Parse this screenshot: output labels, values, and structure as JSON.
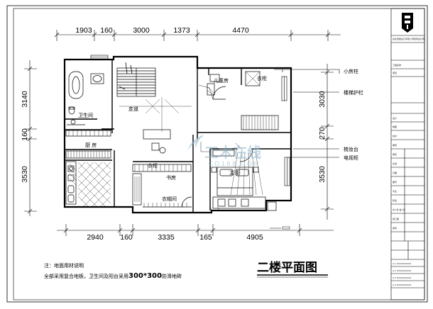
{
  "drawing": {
    "title": "二楼平面图",
    "watermark": {
      "main": "工木在线",
      "sub": "CO188.COM"
    }
  },
  "dimensions": {
    "top": [
      "1903",
      "160",
      "3000",
      "1373",
      "4470"
    ],
    "bottom": [
      "2940",
      "160",
      "3335",
      "165",
      "4905"
    ],
    "left": [
      "3140",
      "160",
      "3530"
    ],
    "right": [
      "3030",
      "270",
      "3530"
    ]
  },
  "rooms": {
    "bath": "卫生间",
    "corridor": "走道",
    "kitchen": "厨 房",
    "child": "儿童房",
    "study": "书房",
    "master": "主 卧",
    "cloak": "衣帽间",
    "closet": "衣柜",
    "wardrobe": "衣柜"
  },
  "callouts": [
    "小房柱",
    "楼梯护栏",
    "梳妆台",
    "电视柜"
  ],
  "notes": {
    "line1": "注：地面用材说明",
    "line2_prefix": "全部采用复合地板，卫生间及阳台采用",
    "line2_bold": "300*300",
    "line2_suffix": "防滑地砖"
  },
  "title_block": {
    "header": "某住宅楼设计有限公司建筑设计院",
    "labels": [
      "工程名称",
      "项目",
      "设计",
      "制图",
      "校对",
      "审核",
      "审定",
      "比例",
      "日期",
      "图号",
      "专业",
      "阶段",
      "共×张 第×张",
      "施工图",
      "建筑"
    ],
    "table_rows": [
      "A.1  XXXXXXXXXX",
      "A.2  XXXXXXXXXX",
      "A.3  XXXXXXXXXX",
      "A.4  XXXXXXXXXX"
    ]
  },
  "colors": {
    "line": "#000000",
    "background": "#ffffff",
    "watermark": "#8fb6ca"
  }
}
